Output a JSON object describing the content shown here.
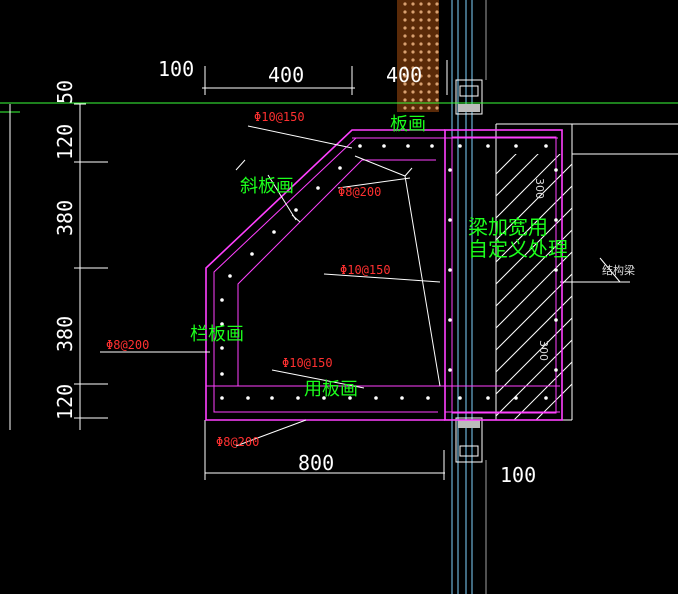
{
  "dimensions": {
    "top": [
      "100",
      "400",
      "400"
    ],
    "left": [
      "50",
      "120",
      "380",
      "380",
      "120"
    ],
    "bottom": [
      "800",
      "100"
    ],
    "small_vertical": [
      "300",
      "300"
    ]
  },
  "labels": {
    "ban_hua": "板画",
    "xie_ban_hua": "斜板画",
    "lan_ban_hua": "栏板画",
    "yong_ban_hua": "用板画",
    "beam_note_1": "梁加宽用",
    "beam_note_2": "自定义处理",
    "structural_beam": "结构梁"
  },
  "rebar": {
    "r1": "Φ10@150",
    "r2": "Φ8@200",
    "r3": "Φ10@150",
    "r4": "Φ8@200",
    "r5": "Φ10@150",
    "r6": "Φ8@200"
  },
  "colors": {
    "background": "#000000",
    "dimension": "#ffffff",
    "label_green": "#1cff1c",
    "rebar_red": "#ff3030",
    "outline_magenta": "#ff40ff",
    "window_cyan": "#7fd4ff",
    "insulation_orange": "#b05a1a"
  }
}
